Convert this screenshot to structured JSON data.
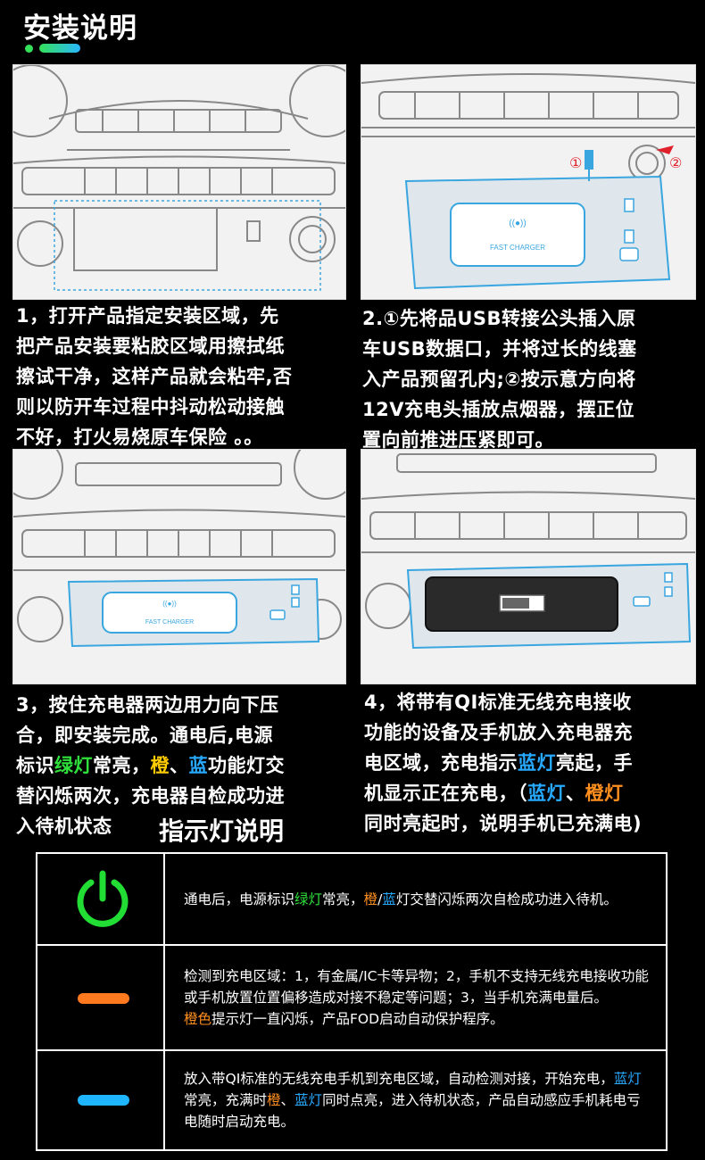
{
  "header": {
    "title": "安装说明",
    "colors": {
      "dot": "#35e05a",
      "bar_start": "#35e05a",
      "bar_end": "#29b7ff"
    }
  },
  "panels": {
    "p1": {
      "icon": "car-dashboard-illustration"
    },
    "p2": {
      "icon": "car-dashboard-with-charger-illustration",
      "marker1": "①",
      "marker2": "②",
      "charger_label": "FAST CHARGER",
      "wireless_icon": "((●))"
    },
    "p3": {
      "icon": "car-dashboard-charger-installed-illustration",
      "charger_label": "FAST CHARGER",
      "wireless_icon": "((●))"
    },
    "p4": {
      "icon": "car-dashboard-phone-charging-illustration"
    }
  },
  "steps": {
    "s1": {
      "l1": "1，打开产品指定安装区域，先",
      "l2": "把产品安装要粘胶区域用擦拭纸",
      "l3": "擦试干净，这样产品就会粘牢,否",
      "l4": "则以防开车过程中抖动松动接触",
      "l5": "不好，打火易烧原车保险 。。"
    },
    "s2": {
      "l1": "2.①先将品USB转接公头插入原",
      "l2": "车USB数据口，并将过长的线塞",
      "l3": "入产品预留孔内;②按示意方向将",
      "l4": "12V充电头插放点烟器，摆正位",
      "l5": "置向前推进压紧即可。"
    },
    "s3": {
      "l1": "3，按住充电器两边用力向下压",
      "l2": "合，即安装完成。通电后,电源",
      "l3a": "标识",
      "l3b": "绿灯",
      "l3c": "常亮，",
      "l3d": "橙",
      "l3e": "、",
      "l3f": "蓝",
      "l3g": "功能灯交",
      "l4": "替闪烁两次，充电器自检成功进",
      "l5": "入待机状态"
    },
    "s4": {
      "l1": " 4，将带有QI标准无线充电接收",
      "l2": "功能的设备及手机放入充电器充",
      "l3a": "电区域，充电指示",
      "l3b": "蓝灯",
      "l3c": "亮起，手",
      "l4a": "机显示正在充电，（",
      "l4b": "蓝灯",
      "l4c": "、",
      "l4d": "橙灯",
      "l5": "同时亮起时，说明手机已充满电)"
    }
  },
  "indicator": {
    "title": "指示灯说明",
    "rows": [
      {
        "icon": "power-icon",
        "color": "#22dd33",
        "t1": "通电后，电源标识",
        "t2": "绿灯",
        "t3": "常亮，",
        "t4": "橙",
        "t5": "/",
        "t6": "蓝",
        "t7": "灯交替闪烁两次自检成功进入待机。"
      },
      {
        "icon": "orange-light-icon",
        "color": "#ff7a1f",
        "t1": "检测到充电区域：1，有金属/IC卡等异物；2，手机不支持无线充电接收功能或手机放置位置偏移造成对接不稳定等问题；3，当手机充满电量后。",
        "t2": "橙色",
        "t3": "提示灯一直闪烁，产品FOD启动自动保护程序。"
      },
      {
        "icon": "blue-light-icon",
        "color": "#1fb5ff",
        "t1": "放入带QI标准的无线充电手机到充电区域，自动检测对接，开始充电，",
        "t2": "蓝灯",
        "t3": "常亮，充满时",
        "t4": "橙",
        "t5": "、",
        "t6": "蓝灯",
        "t7": "同时点亮，进入待机状态，产品自动感应手机耗电亏电随时启动充电。"
      }
    ]
  }
}
